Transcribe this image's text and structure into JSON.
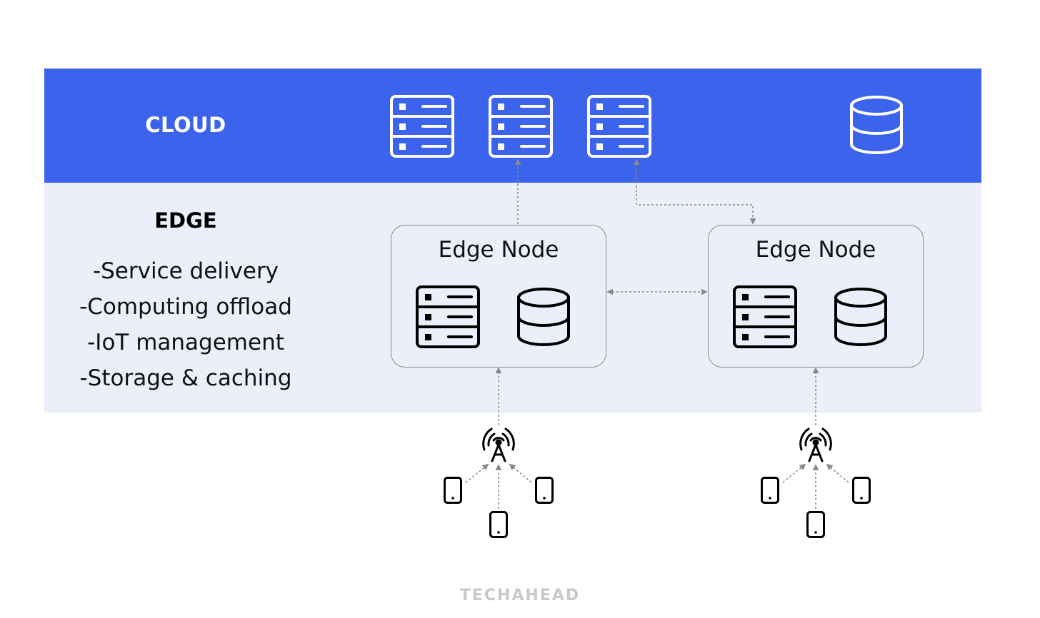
{
  "cloud": {
    "title": "CLOUD",
    "icons": [
      "server-icon",
      "server-icon",
      "server-icon",
      "database-icon"
    ]
  },
  "edge": {
    "title": "EDGE",
    "features": [
      "-Service delivery",
      "-Computing offload",
      "-IoT management",
      "-Storage & caching"
    ]
  },
  "nodes": [
    {
      "label": "Edge Node",
      "icons": [
        "server-icon",
        "database-icon"
      ]
    },
    {
      "label": "Edge Node",
      "icons": [
        "server-icon",
        "database-icon"
      ]
    }
  ],
  "access_points": [
    {
      "icon": "antenna-tower-icon",
      "devices": [
        "smartphone-icon",
        "smartphone-icon",
        "smartphone-icon"
      ]
    },
    {
      "icon": "antenna-tower-icon",
      "devices": [
        "smartphone-icon",
        "smartphone-icon",
        "smartphone-icon"
      ]
    }
  ],
  "colors": {
    "cloud_band": "#3b63ec",
    "edge_band": "#ebeffa",
    "connector": "#8a8a8a"
  },
  "watermark": "TECHAHEAD"
}
